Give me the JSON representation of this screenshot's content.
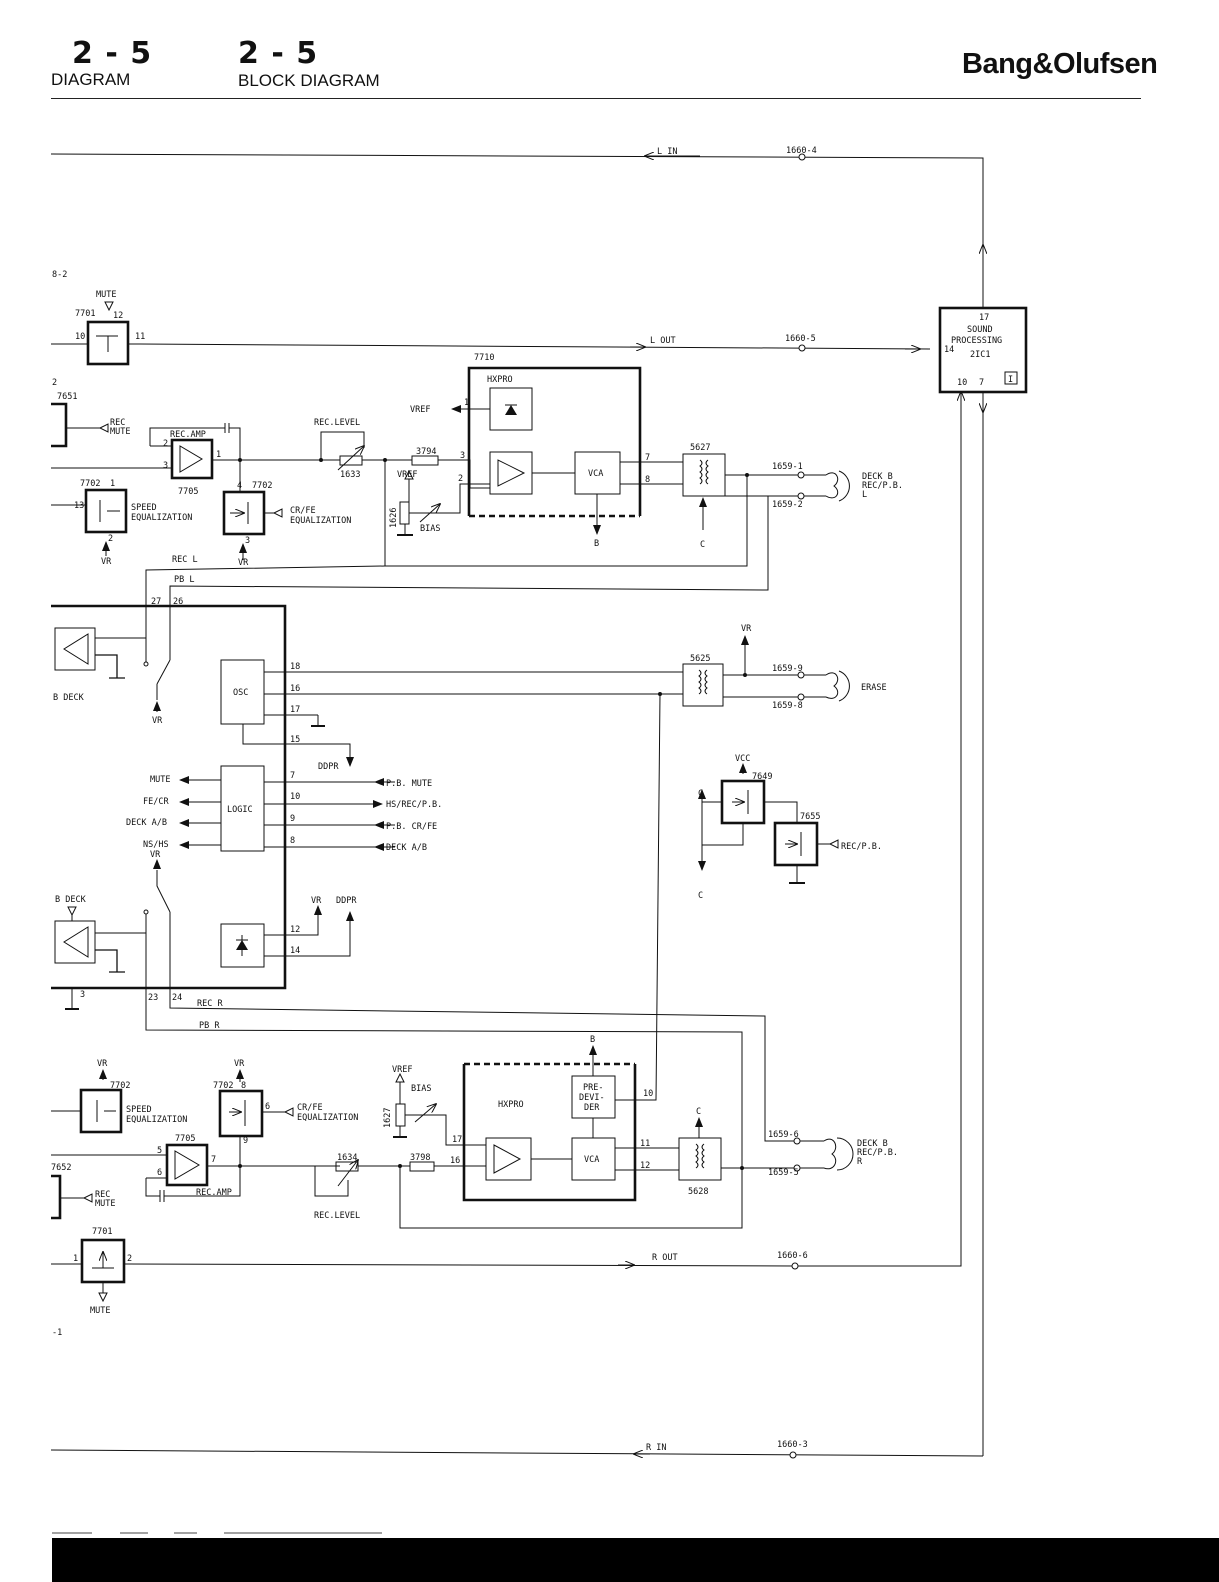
{
  "header": {
    "left_number": "2 - 5",
    "left_label": "DIAGRAM",
    "center_number": "2 - 5",
    "center_label": "BLOCK DIAGRAM",
    "brand": "Bang&Olufsen"
  },
  "signals": {
    "l_in": "L IN",
    "l_out": "L OUT",
    "r_out": "R OUT",
    "r_in": "R IN",
    "rec_l": "REC L",
    "pb_l": "PB L",
    "rec_r": "REC R",
    "pb_r": "PB R"
  },
  "connectors": {
    "c1660_4": "1660-4",
    "c1660_5": "1660-5",
    "c1660_6": "1660-6",
    "c1660_3": "1660-3",
    "c1659_1": "1659-1",
    "c1659_2": "1659-2",
    "c1659_9": "1659-9",
    "c1659_8": "1659-8",
    "c1659_6": "1659-6",
    "c1659_5": "1659-5"
  },
  "sound_processing": {
    "pin_top": "17",
    "line1": "SOUND",
    "line2": "PROCESSING",
    "ref": "2IC1",
    "pin_left": "14",
    "pin_bottom_a": "10",
    "pin_bottom_b": "7",
    "badge": "I"
  },
  "heads": {
    "deck_b_l": [
      "DECK B",
      "REC/P.B.",
      "L"
    ],
    "erase": "ERASE",
    "deck_b_r": [
      "DECK B",
      "REC/P.B.",
      "R"
    ]
  },
  "components": {
    "c7710": "7710",
    "hxpro": "HXPRO",
    "vref": "VREF",
    "vca": "VCA",
    "c5627": "5627",
    "c5625": "5625",
    "c5628": "5628",
    "c3794": "3794",
    "c3798": "3798",
    "c1633": "1633",
    "c1634": "1634",
    "c1626": "1626",
    "c1627": "1627",
    "bias": "BIAS",
    "rec_level": "REC.LEVEL",
    "rec_amp": "REC.AMP",
    "c7705": "7705",
    "c7702": "7702",
    "c7701": "7701",
    "c7651": "7651",
    "c7652": "7652",
    "c7649": "7649",
    "c7655": "7655",
    "mute": "MUTE",
    "rec_mute": [
      "REC",
      "MUTE"
    ],
    "speed_eq": [
      "SPEED",
      "EQUALIZATION"
    ],
    "crfe_eq": [
      "CR/FE",
      "EQUALIZATION"
    ],
    "vr": "VR",
    "vcc": "VCC",
    "ddpr": "DDPR",
    "b": "B",
    "c": "C",
    "osc": "OSC",
    "logic": "LOGIC",
    "b_deck": "B DECK",
    "pre_devider": [
      "PRE-",
      "DEVI-",
      "DER"
    ],
    "rec_pb": "REC/P.B.",
    "ref_8_2": "8-2",
    "ref_1": "-1"
  },
  "logic_io": {
    "out_mute": "MUTE",
    "out_fecr": "FE/CR",
    "out_deck_ab": "DECK A/B",
    "out_nshs": "NS/HS",
    "in_pb_mute": "P.B. MUTE",
    "in_hs_rec_pb": "HS/REC/P.B.",
    "in_pb_crfe": "P.B. CR/FE",
    "in_deck_ab": "DECK A/B"
  },
  "pins": {
    "p10": "10",
    "p11": "11",
    "p12": "12",
    "p2": "2",
    "p3": "3",
    "p1": "1",
    "p4": "4",
    "p13": "13",
    "p7": "7",
    "p8": "8",
    "p27": "27",
    "p26": "26",
    "p18": "18",
    "p16": "16",
    "p17": "17",
    "p15": "15",
    "p9": "9",
    "p14": "14",
    "p23": "23",
    "p24": "24",
    "p6": "6",
    "p5": "5"
  }
}
